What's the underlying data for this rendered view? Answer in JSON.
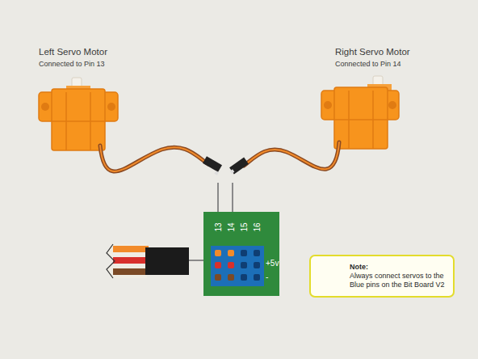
{
  "diagram": {
    "nodes": [
      {
        "text": [
          "13",
          "14",
          "15",
          "16",
          "+5v",
          "-"
        ]
      },
      {
        "text": [
          "Note:",
          "Always connect servos to the Blue pins on the Bit Board V2"
        ]
      }
    ],
    "labels": [
      "Left Servo Motor",
      "Connected to Pin 13",
      "Right Servo Motor",
      "Connected to Pin 14"
    ]
  }
}
